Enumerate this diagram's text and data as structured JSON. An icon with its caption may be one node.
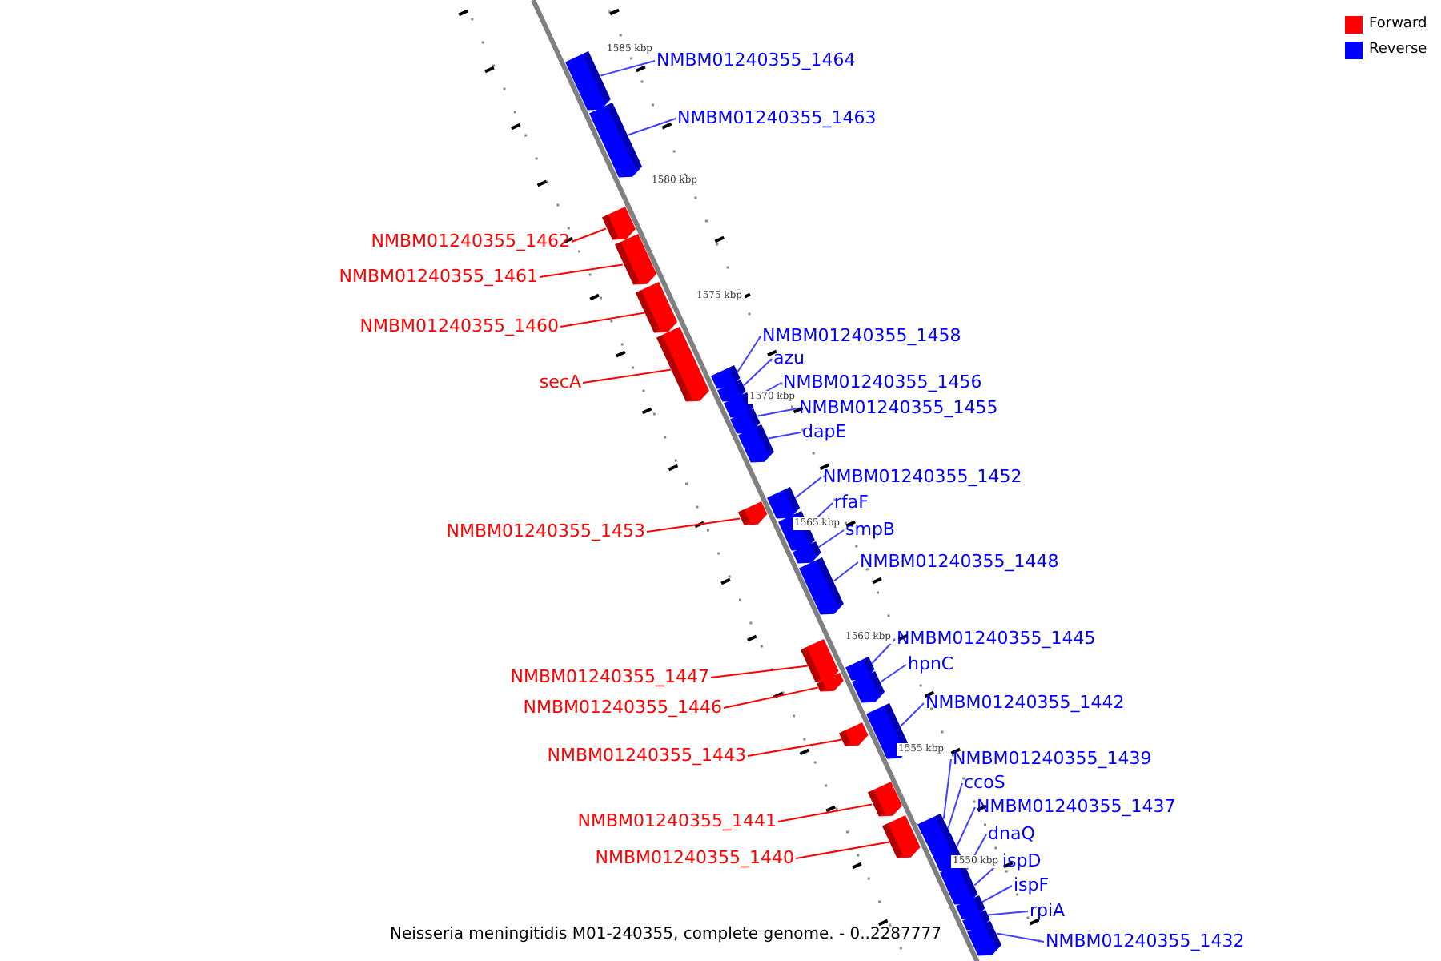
{
  "diagram": {
    "caption": "Neisseria meningitidis M01-240355, complete genome. - 0..2287777",
    "nodes": [
      {
        "text": [
          "NMBM01240355_1464"
        ]
      },
      {
        "text": [],
        "shape": "bar"
      },
      {
        "text": [
          "NMBM01240355_1463"
        ]
      },
      {
        "text": [],
        "shape": "bar"
      },
      {
        "text": [
          "NMBM01240355_1462"
        ]
      },
      {
        "text": [],
        "shape": "bar"
      },
      {
        "text": [
          "NMBM01240355_1461"
        ]
      },
      {
        "text": [],
        "shape": "bar"
      },
      {
        "text": [
          "NMBM01240355_1460"
        ]
      },
      {
        "text": [],
        "shape": "bar"
      },
      {
        "text": [
          "secA"
        ]
      },
      {
        "text": [],
        "shape": "bar"
      },
      {
        "text": [
          "NMBM01240355_1458"
        ]
      },
      {
        "text": [],
        "shape": "bar"
      },
      {
        "text": [
          "azu"
        ]
      },
      {
        "text": [],
        "shape": "bar"
      },
      {
        "text": [
          "NMBM01240355_1456"
        ]
      },
      {
        "text": [],
        "shape": "bar"
      },
      {
        "text": [
          "NMBM01240355_1455"
        ]
      },
      {
        "text": [],
        "shape": "bar"
      },
      {
        "text": [
          "dapE"
        ]
      },
      {
        "text": [],
        "shape": "bar"
      },
      {
        "text": [
          "NMBM01240355_1453"
        ]
      },
      {
        "text": [],
        "shape": "bar"
      },
      {
        "text": [
          "NMBM01240355_1452"
        ]
      },
      {
        "text": [],
        "shape": "bar"
      },
      {
        "text": [
          "rfaF"
        ]
      },
      {
        "text": [],
        "shape": "bar"
      },
      {
        "text": [
          "smpB"
        ]
      },
      {
        "text": [],
        "shape": "bar"
      },
      {
        "text": [
          "NMBM01240355_1448"
        ]
      },
      {
        "text": [],
        "shape": "bar"
      },
      {
        "text": [
          "NMBM01240355_1447"
        ]
      },
      {
        "text": [],
        "shape": "bar"
      },
      {
        "text": [
          "NMBM01240355_1445"
        ]
      },
      {
        "text": [],
        "shape": "bar"
      },
      {
        "text": [
          "NMBM01240355_1446"
        ]
      },
      {
        "text": [],
        "shape": "bar"
      },
      {
        "text": [
          "hpnC"
        ]
      },
      {
        "text": [],
        "shape": "bar"
      },
      {
        "text": [
          "NMBM01240355_1442"
        ]
      },
      {
        "text": [],
        "shape": "bar"
      },
      {
        "text": [
          "NMBM01240355_1443"
        ]
      },
      {
        "text": [],
        "shape": "bar"
      },
      {
        "text": [
          "NMBM01240355_1441"
        ]
      },
      {
        "text": [],
        "shape": "bar"
      },
      {
        "text": [
          "NMBM01240355_1440"
        ]
      },
      {
        "text": [],
        "shape": "bar"
      },
      {
        "text": [
          "NMBM01240355_1439"
        ]
      },
      {
        "text": [],
        "shape": "bar"
      },
      {
        "text": [
          "ccoS"
        ]
      },
      {
        "text": [],
        "shape": "bar"
      },
      {
        "text": [
          "NMBM01240355_1437"
        ]
      },
      {
        "text": [],
        "shape": "bar"
      },
      {
        "text": [
          "dnaQ"
        ]
      },
      {
        "text": [],
        "shape": "bar"
      },
      {
        "text": [
          "ispD"
        ]
      },
      {
        "text": [],
        "shape": "bar"
      },
      {
        "text": [
          "ispF"
        ]
      },
      {
        "text": [],
        "shape": "bar"
      },
      {
        "text": [
          "rpiA"
        ]
      },
      {
        "text": [],
        "shape": "bar"
      },
      {
        "text": [
          "NMBM01240355_1432"
        ]
      },
      {
        "text": [],
        "shape": "bar"
      }
    ],
    "edges": [
      {
        "from": 0,
        "to": 1,
        "arrow": "none"
      },
      {
        "from": 2,
        "to": 3,
        "arrow": "none"
      },
      {
        "from": 4,
        "to": 5,
        "arrow": "none",
        "color": "#ff0000"
      },
      {
        "from": 6,
        "to": 7,
        "arrow": "none",
        "color": "#ff0000"
      },
      {
        "from": 8,
        "to": 9,
        "arrow": "none",
        "color": "#ff0000"
      },
      {
        "from": 10,
        "to": 11,
        "arrow": "none",
        "color": "#ff0000"
      },
      {
        "from": 12,
        "to": 13,
        "arrow": "none"
      },
      {
        "from": 14,
        "to": 15,
        "arrow": "none"
      },
      {
        "from": 16,
        "to": 17,
        "arrow": "none"
      },
      {
        "from": 18,
        "to": 19,
        "arrow": "none"
      },
      {
        "from": 20,
        "to": 21,
        "arrow": "none"
      },
      {
        "from": 22,
        "to": 23,
        "arrow": "none",
        "color": "#ff0000"
      },
      {
        "from": 24,
        "to": 25,
        "arrow": "none"
      },
      {
        "from": 26,
        "to": 27,
        "arrow": "none"
      },
      {
        "from": 28,
        "to": 29,
        "arrow": "none"
      },
      {
        "from": 30,
        "to": 31,
        "arrow": "none"
      },
      {
        "from": 32,
        "to": 33,
        "arrow": "none",
        "color": "#ff0000"
      },
      {
        "from": 34,
        "to": 35,
        "arrow": "none"
      },
      {
        "from": 36,
        "to": 37,
        "arrow": "none",
        "color": "#ff0000"
      },
      {
        "from": 38,
        "to": 39,
        "arrow": "none"
      },
      {
        "from": 40,
        "to": 41,
        "arrow": "none"
      },
      {
        "from": 42,
        "to": 43,
        "arrow": "none",
        "color": "#ff0000"
      },
      {
        "from": 44,
        "to": 45,
        "arrow": "none",
        "color": "#ff0000"
      },
      {
        "from": 46,
        "to": 47,
        "arrow": "none",
        "color": "#ff0000"
      },
      {
        "from": 48,
        "to": 49,
        "arrow": "none"
      },
      {
        "from": 50,
        "to": 51,
        "arrow": "none"
      },
      {
        "from": 52,
        "to": 53,
        "arrow": "none"
      },
      {
        "from": 54,
        "to": 55,
        "arrow": "none"
      },
      {
        "from": 56,
        "to": 57,
        "arrow": "none"
      },
      {
        "from": 58,
        "to": 59,
        "arrow": "none"
      },
      {
        "from": 60,
        "to": 61,
        "arrow": "none"
      },
      {
        "from": 62,
        "to": 63,
        "arrow": "none"
      }
    ],
    "labels": [
      "1585 kbp",
      "1580 kbp",
      "1575 kbp",
      "1570 kbp",
      "1565 kbp",
      "1560 kbp",
      "1555 kbp",
      "1550 kbp"
    ],
    "legend": [
      {
        "text": "Forward",
        "color": "#ff0000"
      },
      {
        "text": "Reverse",
        "color": "#0000ff"
      }
    ]
  }
}
